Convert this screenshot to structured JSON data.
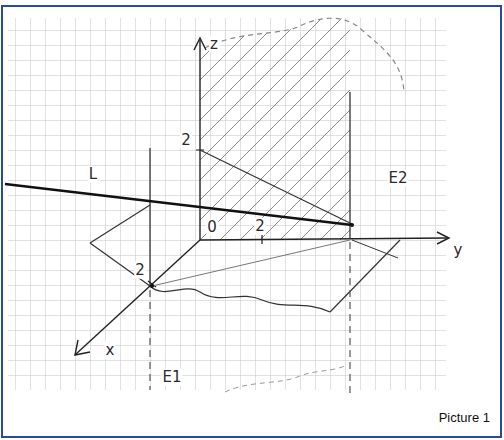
{
  "diagram": {
    "caption": "Picture 1",
    "labels": [
      "z",
      "2",
      "L",
      "E2",
      "0",
      "2",
      "y",
      "2",
      "x",
      "E1"
    ]
  }
}
